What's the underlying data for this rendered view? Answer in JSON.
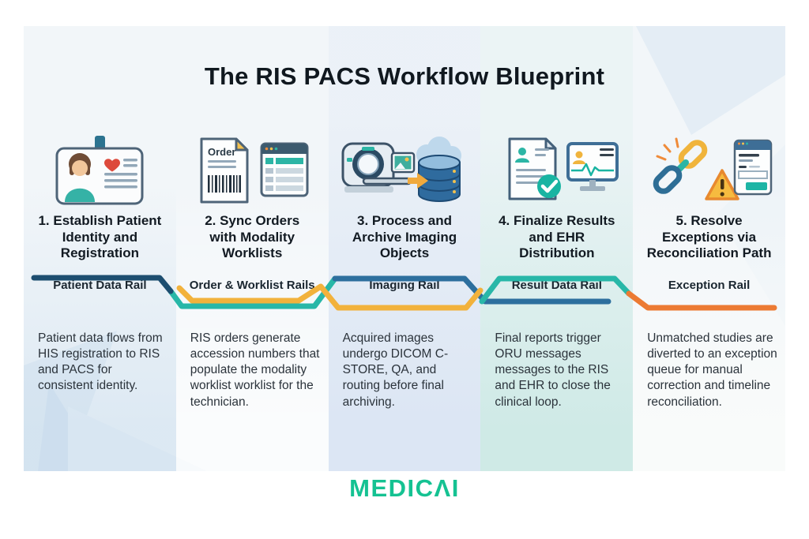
{
  "title": "The RIS PACS Workflow Blueprint",
  "brand": {
    "name": "MEDICΛI",
    "color": "#15c292"
  },
  "colors": {
    "rail_navy": "#1d4e70",
    "rail_teal": "#28b7a8",
    "rail_blue": "#2d6f9e",
    "rail_yellow": "#f2b23c",
    "rail_orange": "#ec7a33"
  },
  "columns": [
    {
      "icon": "patient-id-badge-icon",
      "heading_lines": [
        "1. Establish Patient",
        "Identity and",
        "Registration"
      ],
      "rail_label": "Patient Data Rail",
      "description": "Patient data flows from HIS registration to RIS and PACS for consistent identity."
    },
    {
      "icon": "order-document-worklist-icon",
      "icon_text": "Order",
      "heading_lines": [
        "2. Sync Orders",
        "with Modality",
        "Worklists"
      ],
      "rail_label": "Order & Worklist Rails",
      "description": "RIS orders generate accession numbers that populate the modality worklist worklist for the technician."
    },
    {
      "icon": "mri-scanner-archive-icon",
      "heading_lines": [
        "3. Process and",
        "Archive Imaging",
        "Objects"
      ],
      "rail_label": "Imaging Rail",
      "description": "Acquired images undergo DICOM C-STORE, QA, and routing before final archiving."
    },
    {
      "icon": "report-check-ehr-monitor-icon",
      "heading_lines": [
        "4. Finalize Results",
        "and EHR",
        "Distribution"
      ],
      "rail_label": "Result Data Rail",
      "description": "Final reports trigger ORU messages messages to the RIS and EHR to close the clinical loop."
    },
    {
      "icon": "broken-chain-exception-icon",
      "heading_lines": [
        "5. Resolve",
        "Exceptions via",
        "Reconciliation Path"
      ],
      "rail_label": "Exception Rail",
      "description": "Unmatched studies are diverted to an exception queue for manual correction and timeline reconciliation."
    }
  ]
}
